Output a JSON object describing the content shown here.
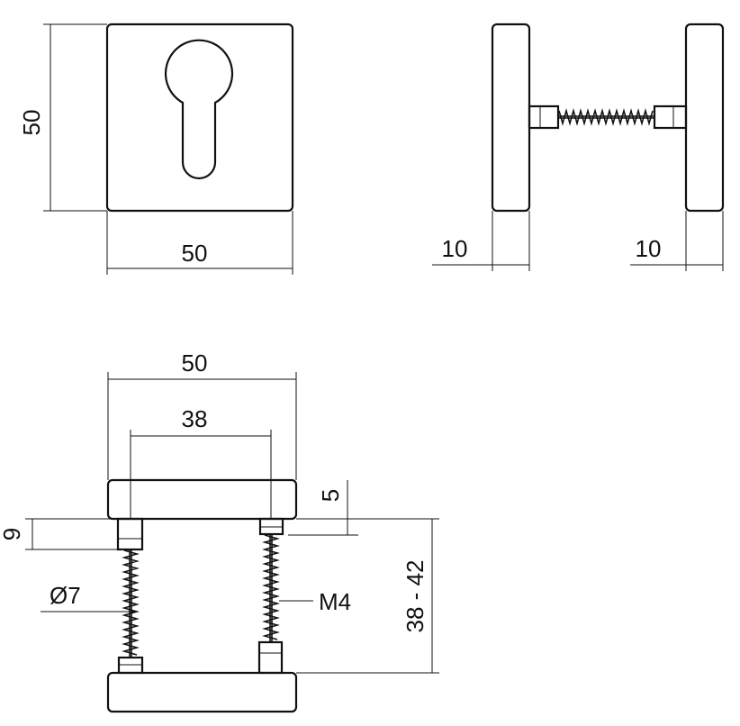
{
  "front_view": {
    "height_label": "50",
    "width_label": "50"
  },
  "side_view": {
    "left_thickness_label": "10",
    "right_thickness_label": "10"
  },
  "top_view": {
    "width_label": "50",
    "screw_spacing_label": "38",
    "rose_thickness_label": "5",
    "bush_height_label": "9",
    "bush_diameter_label": "Ø7",
    "thread_label": "M4",
    "door_thickness_label": "38 - 42"
  }
}
